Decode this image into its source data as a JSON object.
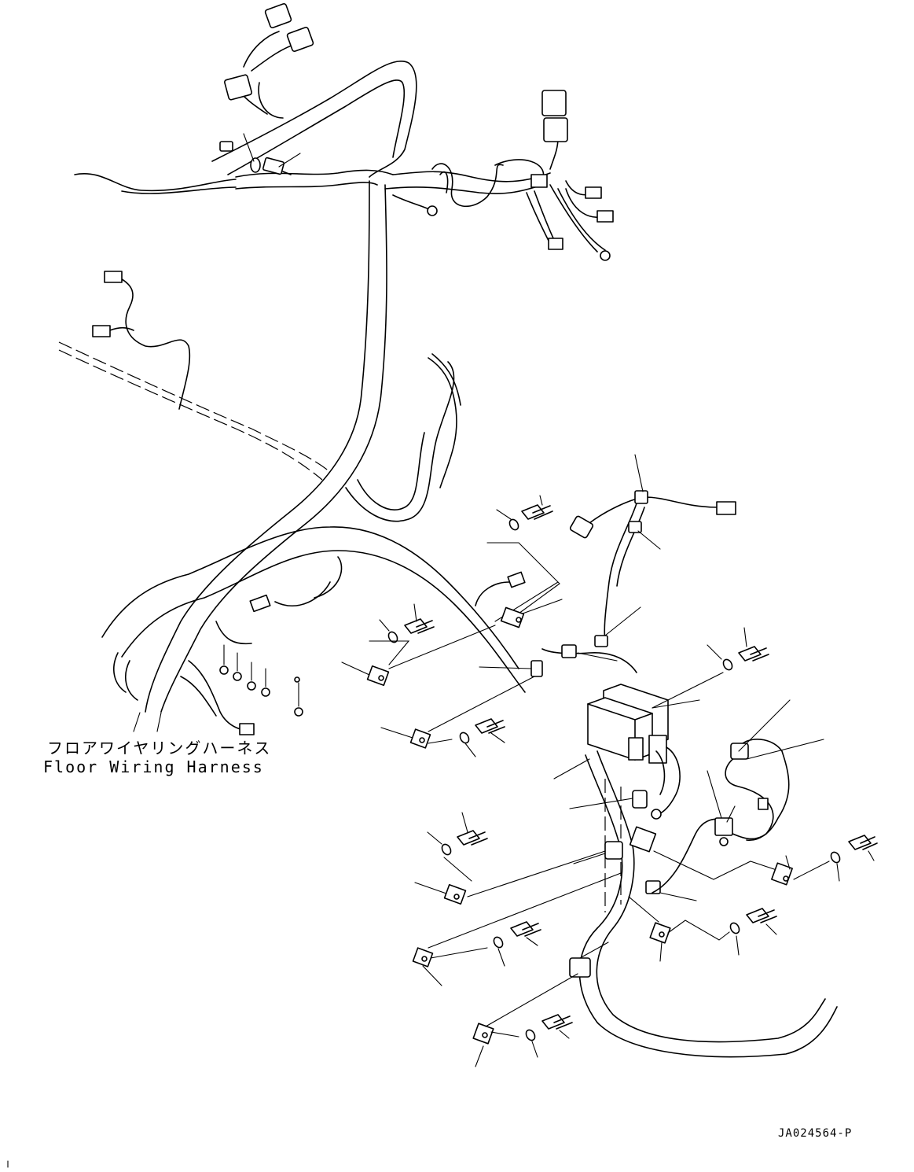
{
  "callout": {
    "label_jp": "フロアワイヤリングハーネス",
    "label_en": "Floor Wiring Harness"
  },
  "drawing_code": "JA024564-P"
}
